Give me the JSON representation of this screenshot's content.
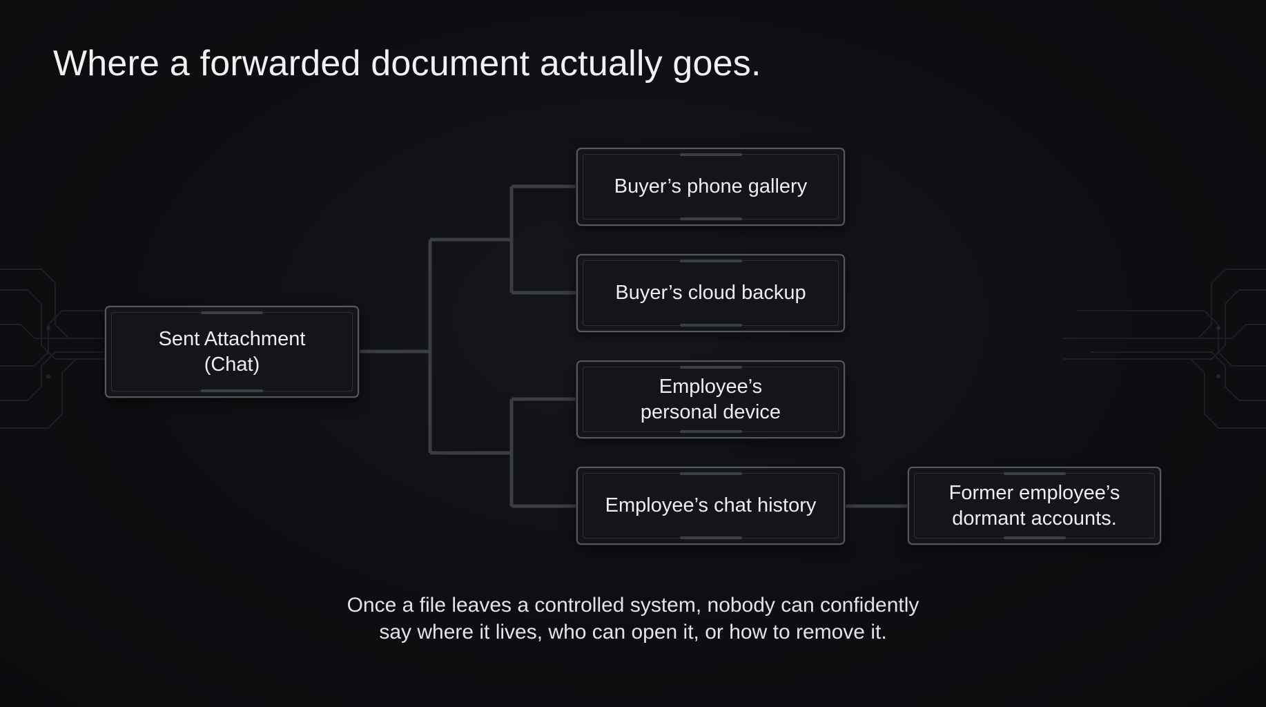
{
  "slide": {
    "title": "Where a forwarded document actually goes.",
    "caption_lines": [
      "Once a file leaves a controlled system, nobody can confidently",
      "say where it lives, who can open it, or how to remove it."
    ]
  },
  "diagram": {
    "source": {
      "lines": [
        "Sent Attachment",
        "(Chat)"
      ]
    },
    "buyer_branch": [
      {
        "lines": [
          "Buyer’s phone gallery"
        ]
      },
      {
        "lines": [
          "Buyer’s cloud backup"
        ]
      }
    ],
    "employee_branch": [
      {
        "lines": [
          "Employee’s",
          "personal device"
        ]
      },
      {
        "lines": [
          "Employee’s chat history"
        ]
      }
    ],
    "downstream": {
      "lines": [
        "Former employee’s",
        "dormant accounts."
      ]
    }
  },
  "colors": {
    "background": "#0d0e11",
    "node_border": "#55585f",
    "connector": "#3a3d44",
    "text": "#eceef0"
  }
}
